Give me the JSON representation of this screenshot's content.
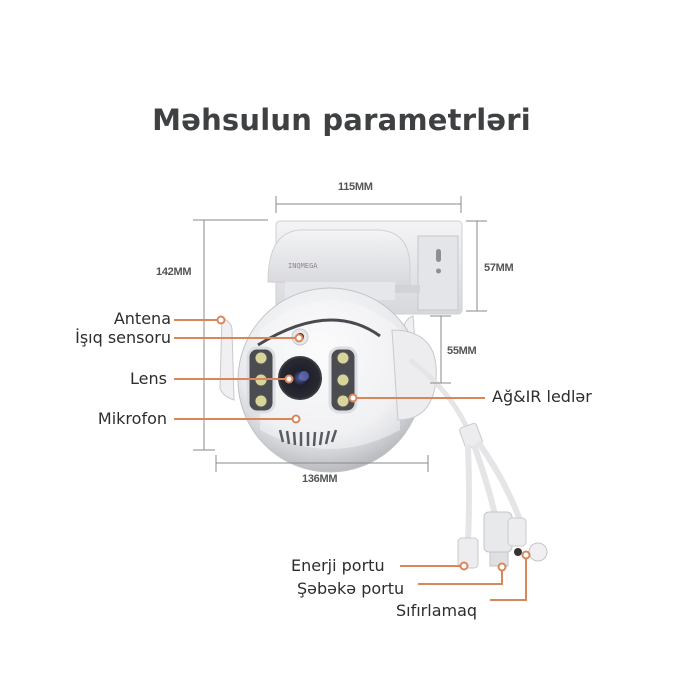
{
  "title": "Məhsulun parametrləri",
  "brand_on_device": "INQMEGA",
  "dimensions": {
    "top_width": "115MM",
    "total_height": "142MM",
    "mount_height": "57MM",
    "dome_gap": "55MM",
    "bottom_width": "136MM"
  },
  "labels": {
    "antenna": "Antena",
    "light_sensor": "İşıq sensoru",
    "lens": "Lens",
    "microphone": "Mikrofon",
    "leds": "Ağ&IR ledlər",
    "power_port": "Enerji portu",
    "network_port": "Şəbəkə portu",
    "reset": "Sıfırlamaq"
  },
  "colors": {
    "title": "#3f4042",
    "leader_line": "#d9875a",
    "dimension_line": "#8a8a8a",
    "background": "#ffffff"
  }
}
